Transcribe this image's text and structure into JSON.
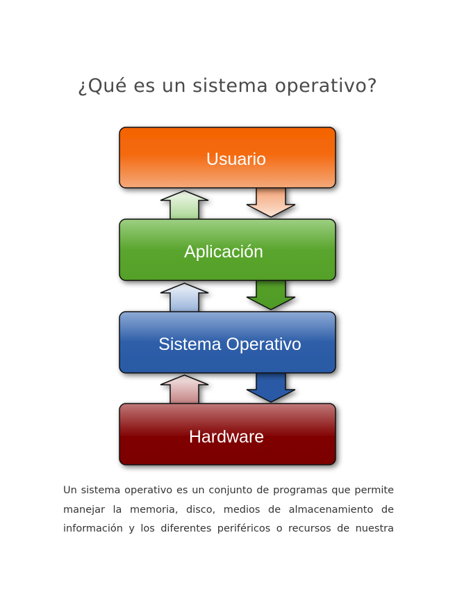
{
  "title": "¿Qué es un sistema operativo?",
  "diagram": {
    "type": "layered-stack",
    "layers": [
      {
        "label": "Usuario",
        "color_top": "#f46300",
        "color_bottom": "#f4a878"
      },
      {
        "label": "Aplicación",
        "color_top": "#9ccf82",
        "color_bottom": "#56a12a"
      },
      {
        "label": "Sistema Operativo",
        "color_top": "#8fabd6",
        "color_bottom": "#2a5aa5"
      },
      {
        "label": "Hardware",
        "color_top": "#c07878",
        "color_bottom": "#800000"
      }
    ],
    "arrows": [
      {
        "from": "Aplicación",
        "to": "Usuario",
        "direction": "up"
      },
      {
        "from": "Usuario",
        "to": "Aplicación",
        "direction": "down"
      },
      {
        "from": "Sistema Operativo",
        "to": "Aplicación",
        "direction": "up"
      },
      {
        "from": "Aplicación",
        "to": "Sistema Operativo",
        "direction": "down"
      },
      {
        "from": "Hardware",
        "to": "Sistema Operativo",
        "direction": "up"
      },
      {
        "from": "Sistema Operativo",
        "to": "Hardware",
        "direction": "down"
      }
    ]
  },
  "description": {
    "lines": [
      "Un sistema operativo es un conjunto de programas que permite",
      "manejar la memoria, disco, medios de almacenamiento de",
      "información y los diferentes periféricos o recursos de nuestra"
    ]
  }
}
